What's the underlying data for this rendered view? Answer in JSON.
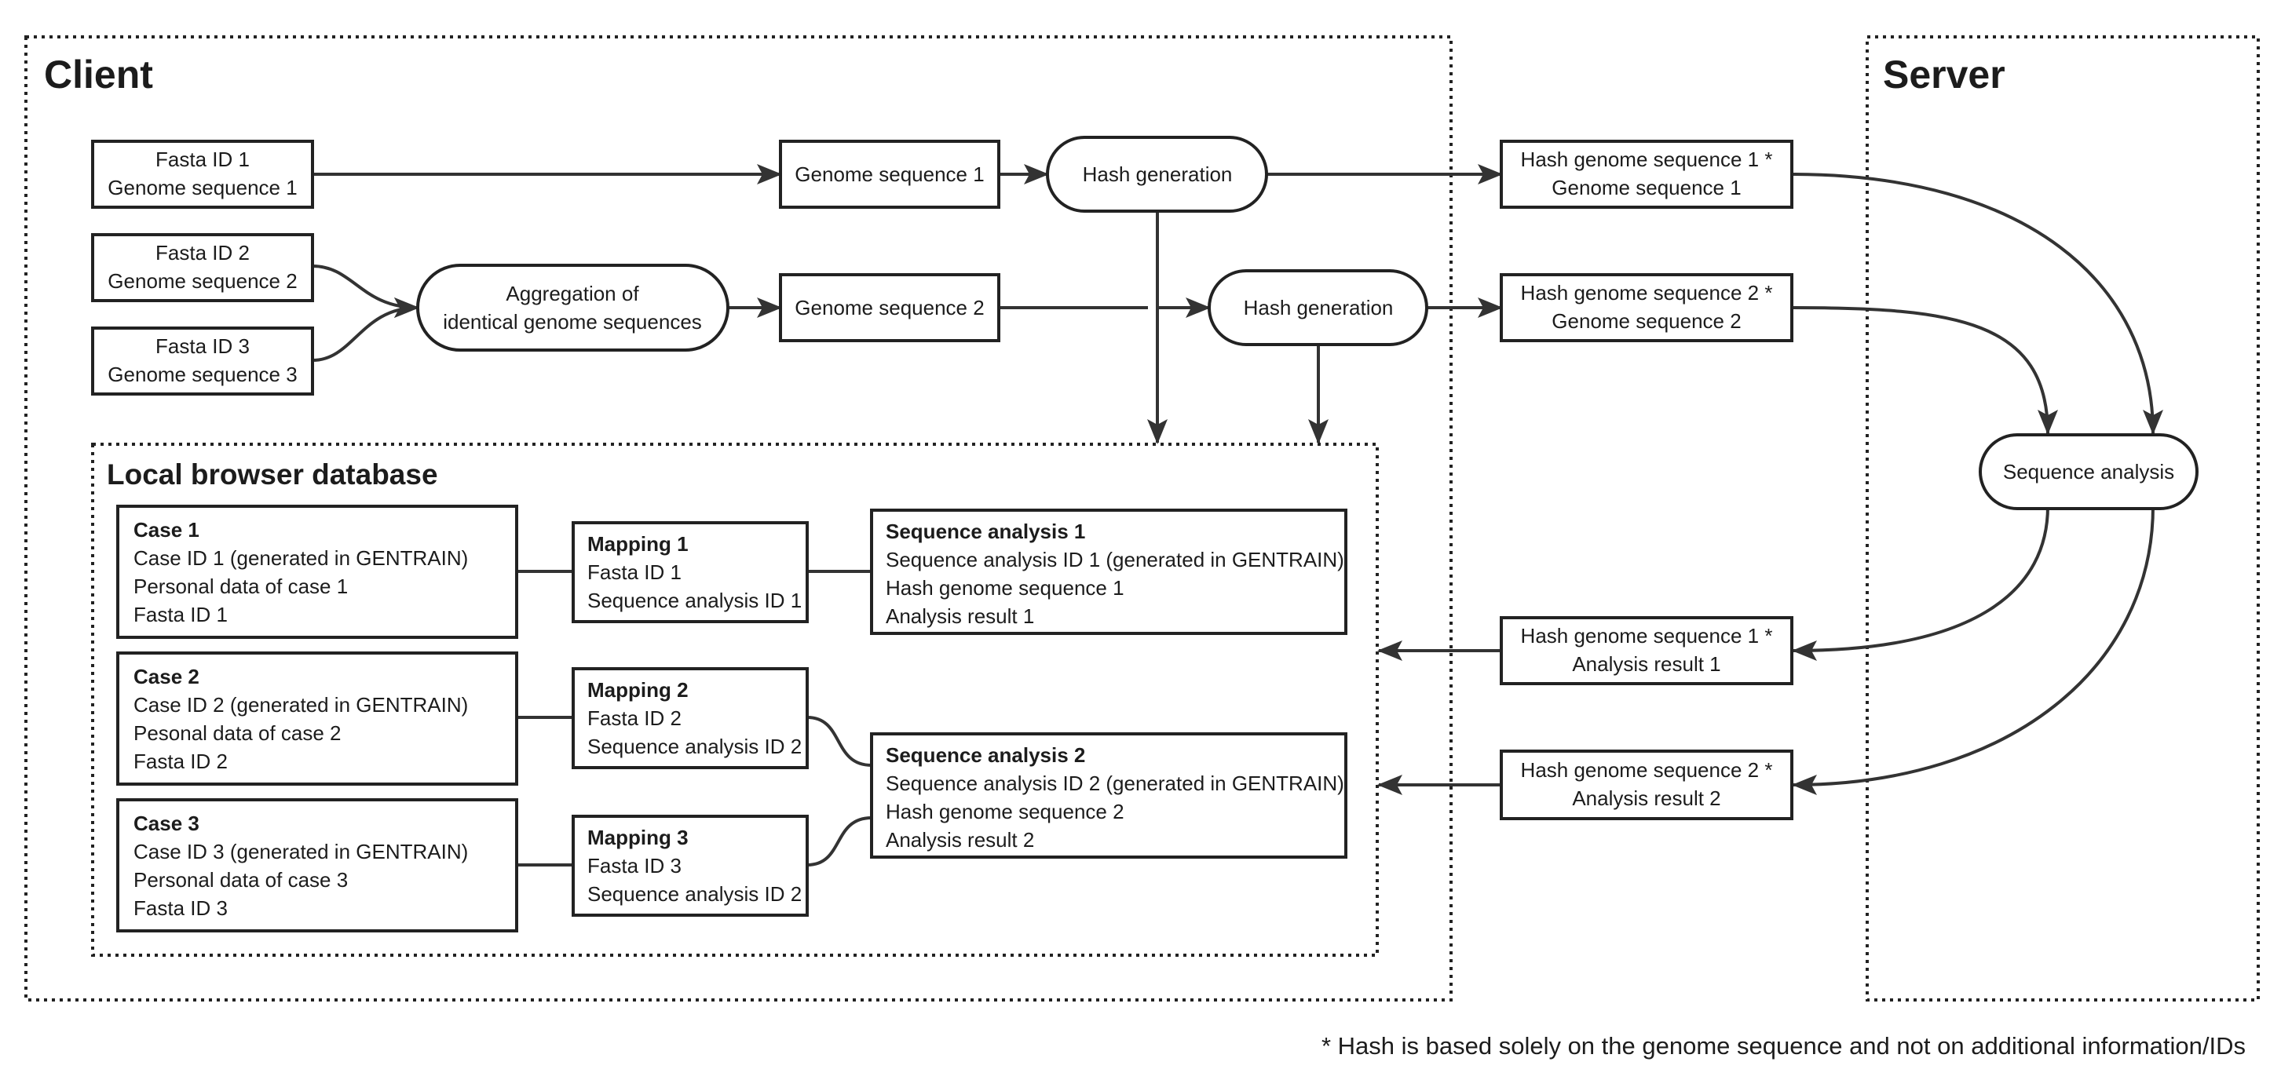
{
  "zones": {
    "client": "Client",
    "server": "Server",
    "local_db": "Local browser database"
  },
  "inputs": {
    "fasta1": [
      "Fasta ID 1",
      "Genome sequence 1"
    ],
    "fasta2": [
      "Fasta ID 2",
      "Genome sequence 2"
    ],
    "fasta3": [
      "Fasta ID 3",
      "Genome sequence 3"
    ]
  },
  "process": {
    "aggregation": [
      "Aggregation of",
      "identical genome sequences"
    ],
    "genome_seq_1": "Genome sequence 1",
    "genome_seq_2": "Genome sequence 2",
    "hash_gen_1": "Hash generation",
    "hash_gen_2": "Hash generation"
  },
  "transfer": {
    "upload1": [
      "Hash genome sequence 1 *",
      "Genome sequence 1"
    ],
    "upload2": [
      "Hash genome sequence 2 *",
      "Genome sequence 2"
    ],
    "result1": [
      "Hash genome sequence 1 *",
      "Analysis result 1"
    ],
    "result2": [
      "Hash genome sequence 2 *",
      "Analysis result 2"
    ]
  },
  "server": {
    "analysis": "Sequence analysis"
  },
  "database": {
    "case1": {
      "title": "Case 1",
      "lines": [
        "Case ID 1 (generated in GENTRAIN)",
        "Personal data of case 1",
        "Fasta ID 1"
      ]
    },
    "case2": {
      "title": "Case 2",
      "lines": [
        "Case ID 2 (generated in GENTRAIN)",
        "Pesonal data of case 2",
        "Fasta ID 2"
      ]
    },
    "case3": {
      "title": "Case 3",
      "lines": [
        "Case ID 3 (generated in GENTRAIN)",
        "Personal data of case 3",
        "Fasta ID 3"
      ]
    },
    "mapping1": {
      "title": "Mapping 1",
      "lines": [
        "Fasta ID 1",
        "Sequence analysis ID 1"
      ]
    },
    "mapping2": {
      "title": "Mapping 2",
      "lines": [
        "Fasta ID 2",
        "Sequence analysis ID 2"
      ]
    },
    "mapping3": {
      "title": "Mapping 3",
      "lines": [
        "Fasta ID 3",
        "Sequence analysis ID 2"
      ]
    },
    "analysis1": {
      "title": "Sequence analysis 1",
      "lines": [
        "Sequence analysis ID 1 (generated in GENTRAIN)",
        "Hash genome sequence 1",
        "Analysis result 1"
      ]
    },
    "analysis2": {
      "title": "Sequence analysis 2",
      "lines": [
        "Sequence analysis ID 2 (generated in GENTRAIN)",
        "Hash genome sequence 2",
        "Analysis result 2"
      ]
    }
  },
  "footnote": "* Hash is based solely on the genome sequence and not on additional information/IDs"
}
